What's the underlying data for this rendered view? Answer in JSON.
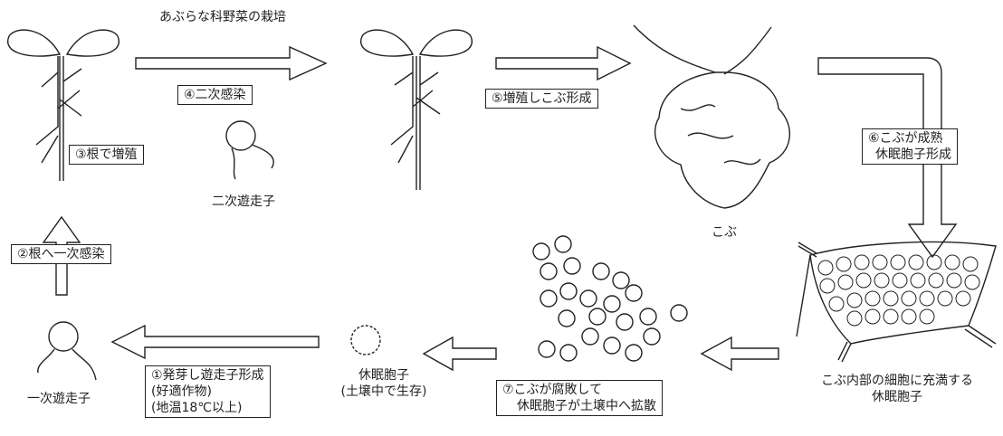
{
  "title": "あぶらな科野菜の栽培",
  "steps": {
    "s1": [
      "①発芽し遊走子形成",
      "(好適作物)",
      "(地温18℃以上)"
    ],
    "s2": "②根へ一次感染",
    "s3": "③根で増殖",
    "s4": "④二次感染",
    "s5": "⑤増殖しこぶ形成",
    "s6": [
      "⑥こぶが成熟",
      "休眠胞子形成"
    ],
    "s7": [
      "⑦こぶが腐敗して",
      "休眠胞子が土壌中へ拡散"
    ]
  },
  "labels": {
    "primary_zoospore": "一次遊走子",
    "secondary_zoospore": "二次遊走子",
    "gall": "こぶ",
    "resting_spore": [
      "休眠胞子",
      "(土壌中で生存)"
    ],
    "cells": [
      "こぶ内部の細胞に充満する",
      "休眠胞子"
    ]
  }
}
